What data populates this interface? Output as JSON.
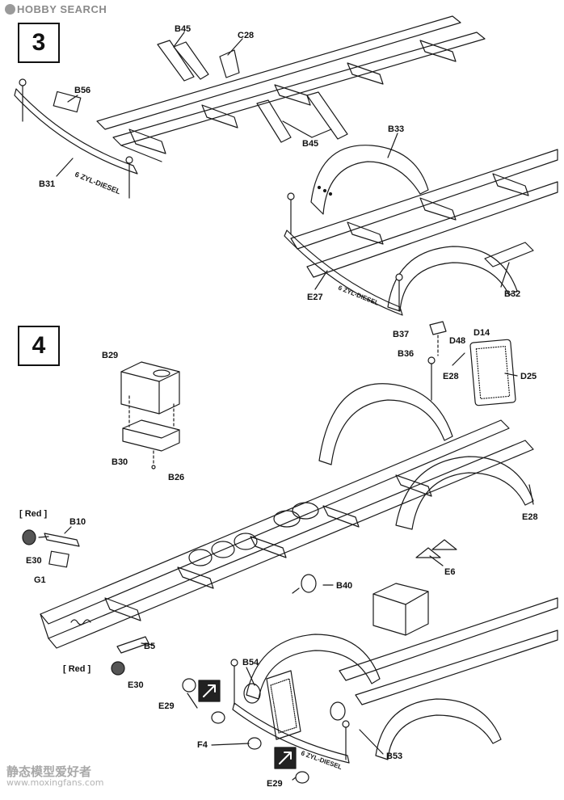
{
  "watermark_top": "HOBBY SEARCH",
  "watermark_bottom_cn": "静态模型爱好者",
  "watermark_bottom_url": "www.moxingfans.com",
  "steps": {
    "step3": "3",
    "step4": "4"
  },
  "labels": {
    "b45_top": "B45",
    "c28": "C28",
    "b56": "B56",
    "b31": "B31",
    "b45_mid": "B45",
    "b33": "B33",
    "e27": "E27",
    "b32": "B32",
    "b37": "B37",
    "b36": "B36",
    "d48": "D48",
    "d14": "D14",
    "e28_top": "E28",
    "d25": "D25",
    "b29": "B29",
    "b30": "B30",
    "b26": "B26",
    "e28_mid": "E28",
    "red1": "[ Red ]",
    "b10": "B10",
    "e30_1": "E30",
    "g1": "G1",
    "e6": "E6",
    "b40": "B40",
    "b5": "B5",
    "red2": "[ Red ]",
    "e30_2": "E30",
    "b54": "B54",
    "e29_1": "E29",
    "f4": "F4",
    "b53": "B53",
    "e29_2": "E29"
  },
  "bumper_text_3a": "6 ZYL-DIESEL",
  "bumper_text_3b": "6 ZYL-DIESEL",
  "bumper_text_4": "6 ZYL-DIESEL"
}
